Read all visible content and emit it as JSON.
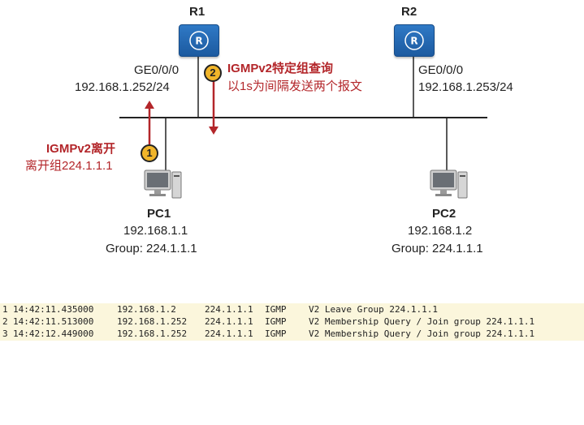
{
  "routers": [
    {
      "name": "R1",
      "port": "GE0/0/0",
      "ip": "192.168.1.252/24"
    },
    {
      "name": "R2",
      "port": "GE0/0/0",
      "ip": "192.168.1.253/24"
    }
  ],
  "pcs": [
    {
      "name": "PC1",
      "ip": "192.168.1.1",
      "group": "Group: 224.1.1.1"
    },
    {
      "name": "PC2",
      "ip": "192.168.1.2",
      "group": "Group: 224.1.1.1"
    }
  ],
  "annotations": [
    {
      "number": "1",
      "title": "IGMPv2离开",
      "text": "离开组224.1.1.1"
    },
    {
      "number": "2",
      "title": "IGMPv2特定组查询",
      "text": "以1s为间隔发送两个报文"
    }
  ],
  "colors": {
    "accent": "#b3262a",
    "router": "#1f64b0",
    "badge": "#f1b52a",
    "log_bg": "#fbf6dc"
  },
  "capture": [
    {
      "no": "1",
      "time": "14:42:11.435000",
      "src": "192.168.1.2",
      "dst": "224.1.1.1",
      "proto": "IGMP",
      "info": "V2 Leave Group 224.1.1.1"
    },
    {
      "no": "2",
      "time": "14:42:11.513000",
      "src": "192.168.1.252",
      "dst": "224.1.1.1",
      "proto": "IGMP",
      "info": "V2 Membership Query / Join group 224.1.1.1"
    },
    {
      "no": "3",
      "time": "14:42:12.449000",
      "src": "192.168.1.252",
      "dst": "224.1.1.1",
      "proto": "IGMP",
      "info": "V2 Membership Query / Join group 224.1.1.1"
    }
  ]
}
